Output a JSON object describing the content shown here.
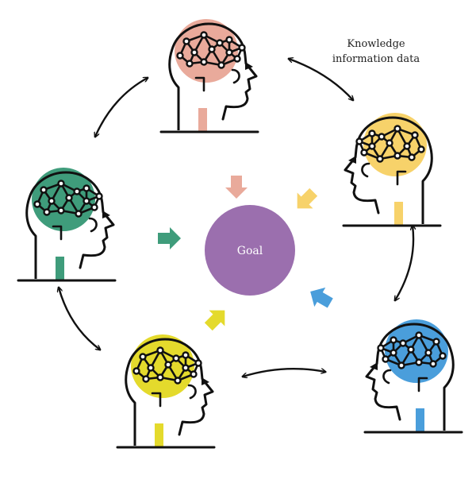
{
  "caption": {
    "line1": "Knowledge",
    "line2": "information data"
  },
  "goal": {
    "label": "Goal",
    "color": "#9b6fae"
  },
  "heads": [
    {
      "name": "head-top",
      "color": "#e9aa9b",
      "facing": "right"
    },
    {
      "name": "head-right-upper",
      "color": "#f7d26a",
      "facing": "left"
    },
    {
      "name": "head-left",
      "color": "#3f9c7b",
      "facing": "right"
    },
    {
      "name": "head-bottom-left",
      "color": "#e4da2c",
      "facing": "right"
    },
    {
      "name": "head-bottom-right",
      "color": "#4a9edb",
      "facing": "left"
    }
  ],
  "icons": {
    "connection": "double-headed-arrow-icon",
    "input": "arrow-to-goal-icon",
    "brain": "brain-network-icon"
  }
}
